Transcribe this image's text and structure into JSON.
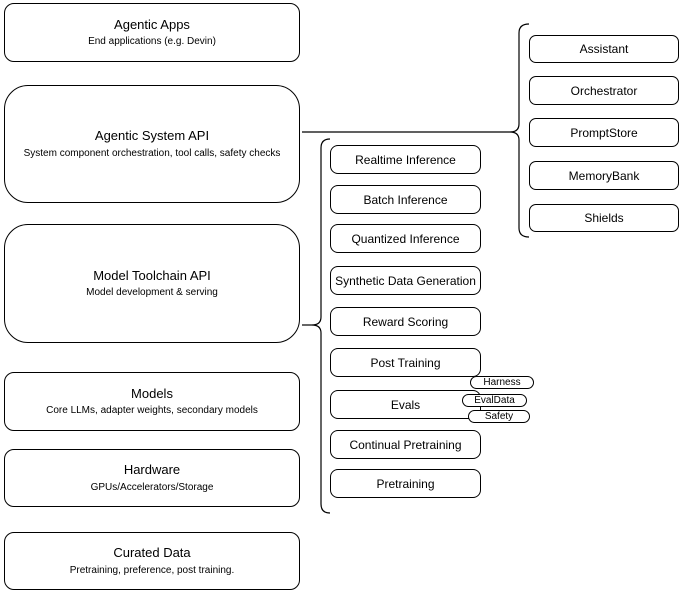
{
  "diagram": {
    "background": "#ffffff",
    "line_color": "#000000",
    "left_stack": [
      {
        "title": "Agentic Apps",
        "subtitle": "End applications (e.g. Devin)"
      },
      {
        "title": "Agentic System API",
        "subtitle": "System component orchestration, tool calls, safety checks"
      },
      {
        "title": "Model Toolchain API",
        "subtitle": "Model development & serving"
      },
      {
        "title": "Models",
        "subtitle": "Core LLMs, adapter weights, secondary models"
      },
      {
        "title": "Hardware",
        "subtitle": "GPUs/Accelerators/Storage"
      },
      {
        "title": "Curated Data",
        "subtitle": "Pretraining, preference, post training."
      }
    ],
    "toolchain_stack": [
      {
        "label": "Realtime Inference"
      },
      {
        "label": "Batch Inference"
      },
      {
        "label": "Quantized Inference"
      },
      {
        "label": "Synthetic Data Generation"
      },
      {
        "label": "Reward Scoring"
      },
      {
        "label": "Post Training"
      },
      {
        "label": "Evals"
      },
      {
        "label": "Continual Pretraining"
      },
      {
        "label": "Pretraining"
      }
    ],
    "evals_tags": [
      {
        "label": "Harness"
      },
      {
        "label": "EvalData"
      },
      {
        "label": "Safety"
      }
    ],
    "system_stack": [
      {
        "label": "Assistant"
      },
      {
        "label": "Orchestrator"
      },
      {
        "label": "PromptStore"
      },
      {
        "label": "MemoryBank"
      },
      {
        "label": "Shields"
      }
    ]
  }
}
